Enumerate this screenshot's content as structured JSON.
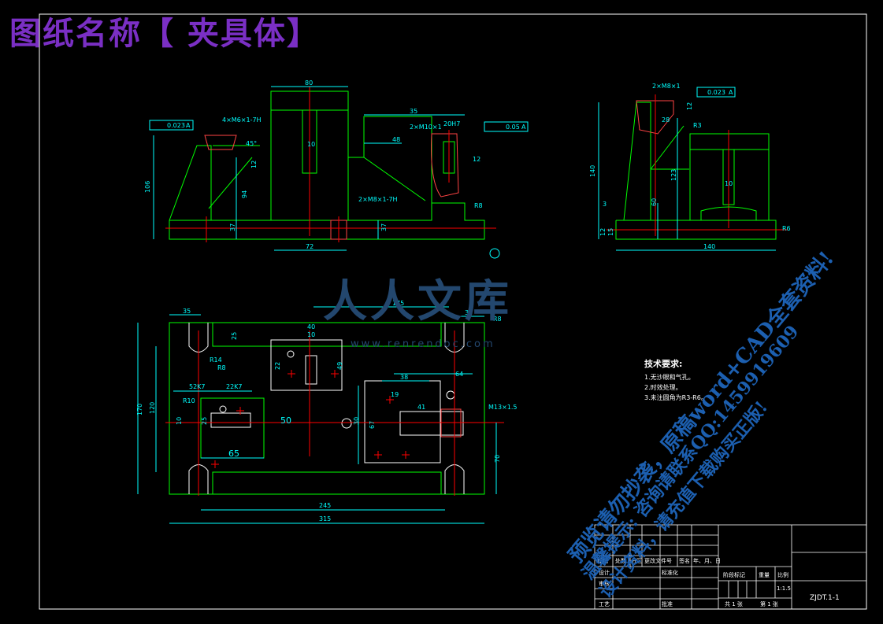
{
  "title": "图纸名称【 夹具体】",
  "technical_requirements": {
    "heading": "技术要求:",
    "items": [
      "1.无沙眼和气孔。",
      "2.时效处理。",
      "3.未注圆角为R3-R6。"
    ]
  },
  "watermark": {
    "line1": "预览请勿抄袭，原稿word+CAD全套资料!",
    "line2": "温馨提示: 咨询请联系QQ:1459919609",
    "line3": "设计资料，请充值下载购买正版!"
  },
  "logo": {
    "text": "人人文库",
    "url": "www.renrendoc.com"
  },
  "drawing_number": "ZJDT.1-1",
  "scale": "1:1.5",
  "title_block": {
    "labels": [
      "标记",
      "处数",
      "分区",
      "更改文件号",
      "签名",
      "年、月、日",
      "设计",
      "标准化",
      "审核",
      "工艺",
      "批准",
      "阶段标记",
      "重量",
      "比例",
      "共 1 张",
      "第 1 张"
    ]
  },
  "dimensions": {
    "front_view": [
      "80",
      "35",
      "4×M6×1-7H",
      "2×M10×1",
      "20H7",
      "0.023",
      "A",
      "0.05",
      "A",
      "45°",
      "48",
      "106",
      "94",
      "37",
      "37",
      "72",
      "2×M8×1-7H",
      "R8",
      "10",
      "12",
      "12"
    ],
    "side_view": [
      "2×M8×1",
      "0.023",
      "A",
      "12",
      "28",
      "R3",
      "140",
      "123",
      "60",
      "10",
      "3",
      "12",
      "15",
      "140",
      "R6"
    ],
    "top_view": [
      "35",
      "175",
      "35",
      "R8",
      "40",
      "10",
      "25",
      "R14",
      "R8",
      "22",
      "49",
      "38",
      "64",
      "19",
      "52K7",
      "22K7",
      "R10",
      "10",
      "25",
      "50",
      "41",
      "M13×1.5",
      "67",
      "30",
      "65",
      "70",
      "170",
      "120",
      "245",
      "315"
    ]
  }
}
